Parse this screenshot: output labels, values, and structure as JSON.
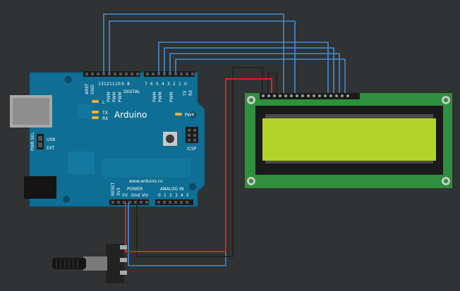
{
  "board": {
    "name": "Arduino",
    "url": "www.arduino.co",
    "aref": "AREF",
    "gnd": "GND",
    "digital_label": "DIGITAL",
    "digital_pins": [
      "13",
      "12",
      "11",
      "10",
      "9",
      "8",
      "7",
      "6",
      "5",
      "4",
      "3",
      "2",
      "1",
      "0"
    ],
    "tx_pin": "TX",
    "rx_pin": "RX",
    "pwm": "PWM",
    "pwr_sel": "PWR SEL",
    "usb": "USB",
    "ext": "EXT",
    "led_l": "L",
    "led_tx": "TX",
    "led_rx": "RX",
    "pwr": "PWR",
    "icsp": "ICSP",
    "reset": "RESET",
    "v33": "3V3",
    "power_label": "POWER",
    "v5": "5V",
    "gnd_lower": "Gnd",
    "vin": "Vin",
    "analog_label": "ANALOG IN",
    "analog_pins": [
      "0",
      "1",
      "2",
      "3",
      "4",
      "5"
    ],
    "color": "#0f6e93"
  },
  "lcd": {
    "pcb_color": "#2e8f3c",
    "screen_color": "#b3d22b"
  },
  "wires": {
    "data_color": "#3c8fd8",
    "power_color": "#d0281e",
    "ground_color": "#1f1f1f"
  }
}
